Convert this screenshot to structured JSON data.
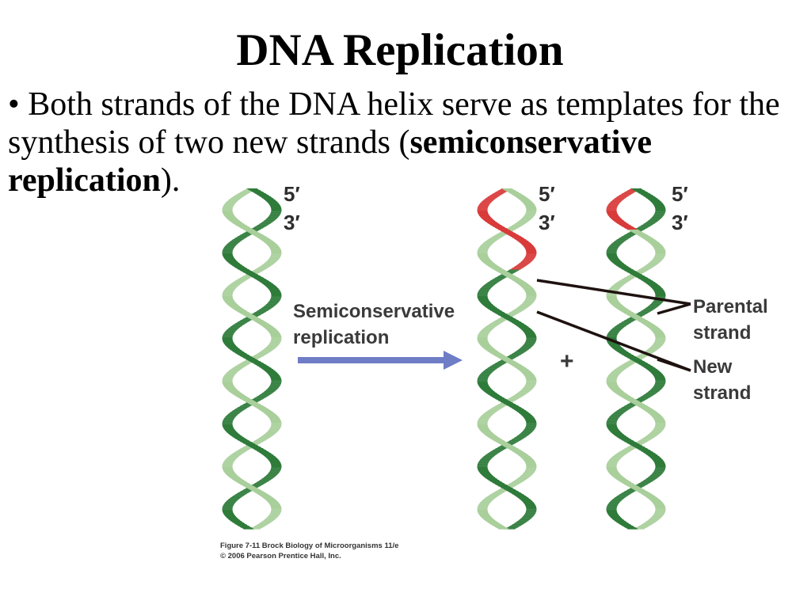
{
  "title": "DNA Replication",
  "bullet": {
    "marker": "•",
    "text_1": " Both strands of the DNA helix serve as templates for the synthesis of two new strands (",
    "bold": "semiconservative replication",
    "text_2": ")."
  },
  "figure": {
    "labels": {
      "five_prime": "5′",
      "three_prime": "3′",
      "arrow_label_line1": "Semiconservative",
      "arrow_label_line2": "replication",
      "plus": "+",
      "parental_line1": "Parental",
      "parental_line2": "strand",
      "new_line1": "New",
      "new_line2": "strand"
    },
    "caption_line1": "Figure 7-11  Brock Biology of Microorganisms 11/e",
    "caption_line2": "© 2006 Pearson Prentice Hall, Inc.",
    "colors": {
      "dark_strand": "#2e7b3a",
      "light_strand": "#a9cf9b",
      "highlight_strand": "#d93a3a",
      "arrow": "#6f7dc6",
      "leader_line": "#1e1210"
    }
  }
}
